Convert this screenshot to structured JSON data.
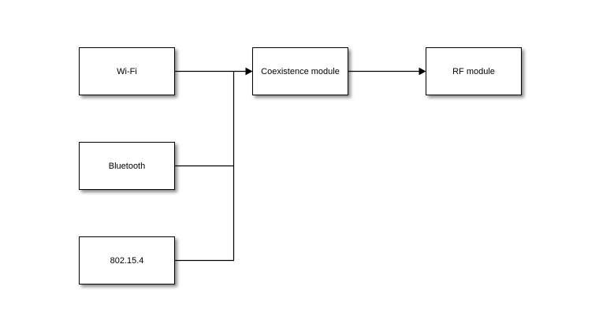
{
  "diagram": {
    "type": "block-diagram",
    "background": "#ffffff",
    "nodes": {
      "wifi": {
        "label": "Wi-Fi"
      },
      "bluetooth": {
        "label": "Bluetooth"
      },
      "ieee802154": {
        "label": "802.15.4"
      },
      "coexistence": {
        "label": "Coexistence module"
      },
      "rf": {
        "label": "RF module"
      }
    },
    "edges": [
      {
        "from": "wifi",
        "to": "coexistence",
        "arrow": true
      },
      {
        "from": "bluetooth",
        "to": "coexistence",
        "arrow": true
      },
      {
        "from": "ieee802154",
        "to": "coexistence",
        "arrow": true
      },
      {
        "from": "coexistence",
        "to": "rf",
        "arrow": true
      }
    ],
    "colors": {
      "node_fill": "#ffffff",
      "node_border": "#000000",
      "line": "#000000",
      "text": "#000000",
      "shadow": "rgba(0,0,0,0.45)"
    }
  }
}
